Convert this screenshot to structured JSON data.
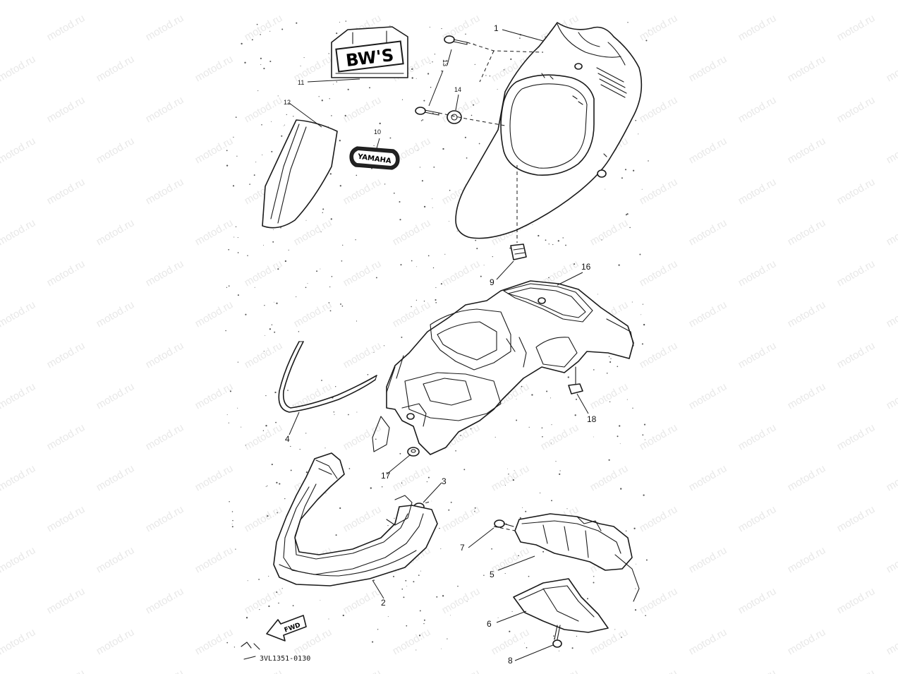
{
  "diagram": {
    "watermark": "motod.ru",
    "part_code": "3VL1351-0130",
    "decals": {
      "bws": "BW'S",
      "yamaha": "YAMAHA",
      "fwd": "FWD"
    },
    "callouts": {
      "c1": "1",
      "c2": "2",
      "c3": "3",
      "c4": "4",
      "c5": "5",
      "c6": "6",
      "c7": "7",
      "c8": "8",
      "c9": "9",
      "c10": "10",
      "c11": "11",
      "c12": "12",
      "c13": "13",
      "c14": "14",
      "c16": "16",
      "c17": "17",
      "c18": "18"
    }
  },
  "colors": {
    "ink": "#1a1a1a",
    "paper": "#ffffff",
    "watermark": "#e8e8e8"
  }
}
